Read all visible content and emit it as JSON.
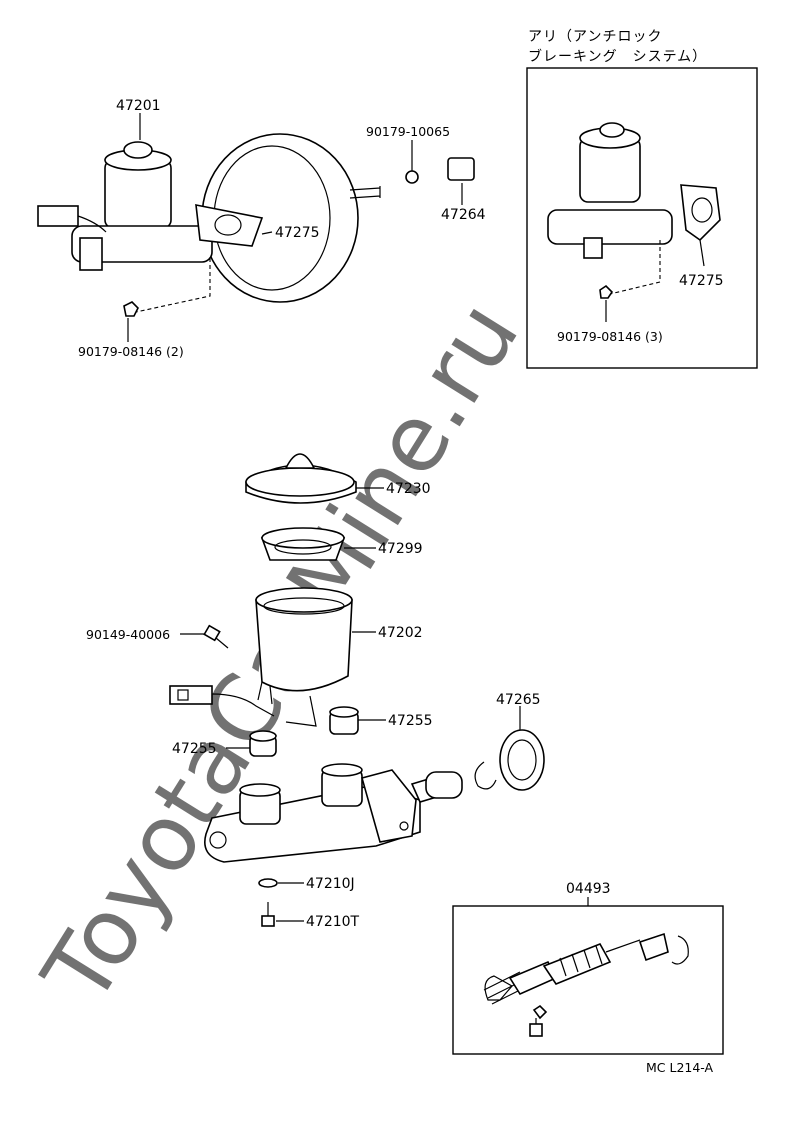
{
  "watermark": "ToyotaCarMine.ru",
  "inset": {
    "title_line1": "アリ（アンチロック",
    "title_line2": "ブレーキング　システム）"
  },
  "labels": {
    "p47201": "47201",
    "p47275_top": "47275",
    "p90179_10065": "90179-10065",
    "p47264": "47264",
    "p90179_08146_2": "90179-08146 (2)",
    "p47275_inset": "47275",
    "p90179_08146_3": "90179-08146 (3)",
    "p47230": "47230",
    "p47299": "47299",
    "p90149_40006": "90149-40006",
    "p47202": "47202",
    "p47265": "47265",
    "p47255_right": "47255",
    "p47255_left": "47255",
    "p47210J": "47210J",
    "p47210T": "47210T",
    "p04493": "04493",
    "figure_code": "MC L214-A"
  }
}
